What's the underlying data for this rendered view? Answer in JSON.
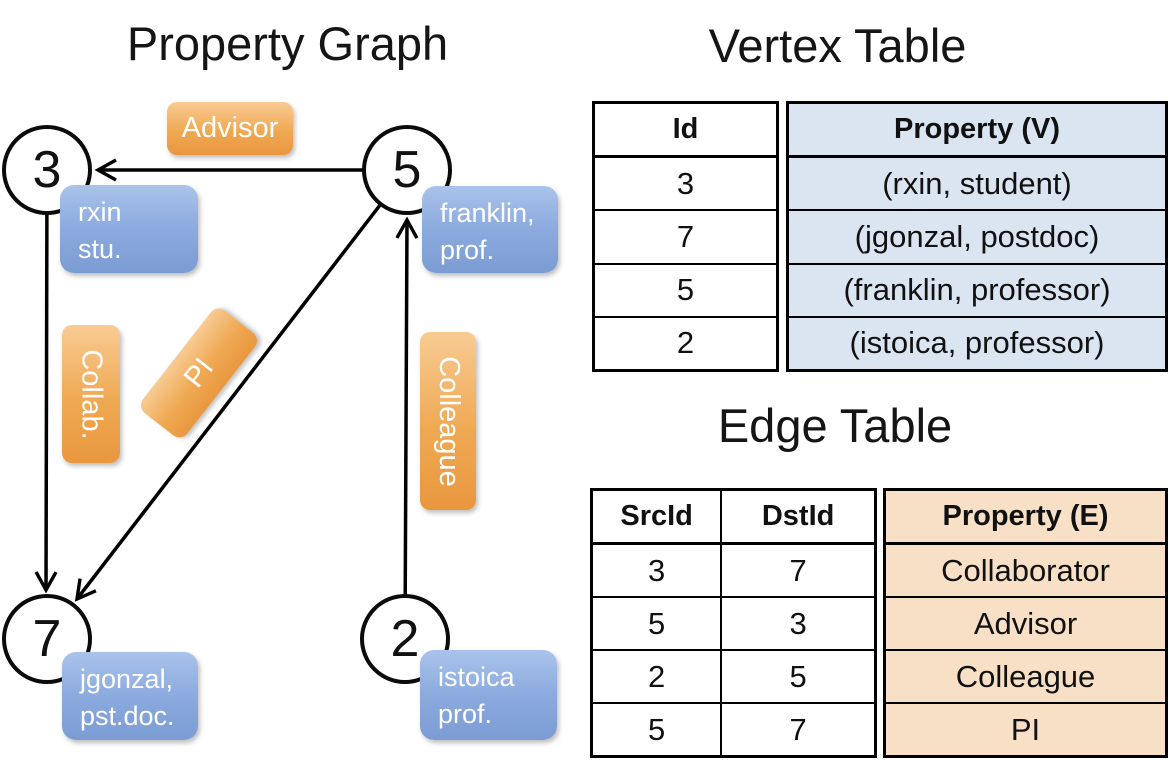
{
  "graph": {
    "title": "Property Graph",
    "vertices": {
      "v3": {
        "id": "3",
        "prop_line1": "rxin",
        "prop_line2": "stu."
      },
      "v5": {
        "id": "5",
        "prop_line1": "franklin,",
        "prop_line2": "prof."
      },
      "v7": {
        "id": "7",
        "prop_line1": "jgonzal,",
        "prop_line2": "pst.doc."
      },
      "v2": {
        "id": "2",
        "prop_line1": "istoica",
        "prop_line2": "prof."
      }
    },
    "edge_labels": {
      "advisor": "Advisor",
      "collab": "Collab.",
      "pi": "PI",
      "colleague": "Colleague"
    }
  },
  "vertex_table": {
    "title": "Vertex Table",
    "headers": {
      "id": "Id",
      "property": "Property (V)"
    },
    "rows": [
      {
        "id": "3",
        "property": "(rxin, student)"
      },
      {
        "id": "7",
        "property": "(jgonzal, postdoc)"
      },
      {
        "id": "5",
        "property": "(franklin, professor)"
      },
      {
        "id": "2",
        "property": "(istoica, professor)"
      }
    ]
  },
  "edge_table": {
    "title": "Edge Table",
    "headers": {
      "src": "SrcId",
      "dst": "DstId",
      "property": "Property (E)"
    },
    "rows": [
      {
        "src": "3",
        "dst": "7",
        "property": "Collaborator"
      },
      {
        "src": "5",
        "dst": "3",
        "property": "Advisor"
      },
      {
        "src": "2",
        "dst": "5",
        "property": "Colleague"
      },
      {
        "src": "5",
        "dst": "7",
        "property": "PI"
      }
    ]
  },
  "palette": {
    "edge_label_orange": "#EFA953",
    "vertex_prop_blue": "#8BAADE",
    "vertex_table_fill": "#DBE5F2",
    "edge_table_fill": "#F7E0C6",
    "line_color": "#000000",
    "background": "#FFFFFF"
  }
}
